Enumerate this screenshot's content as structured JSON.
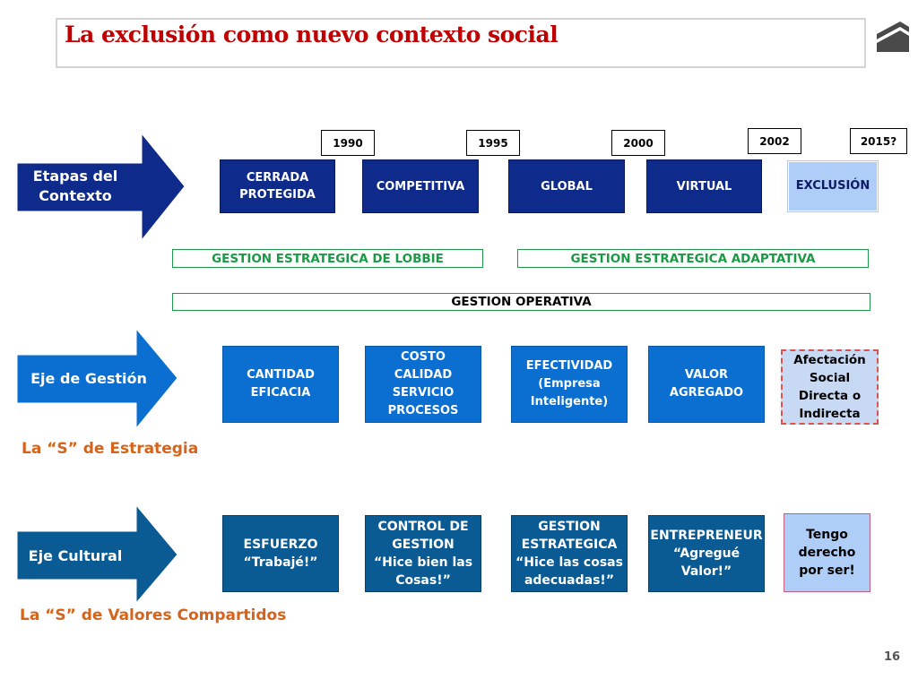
{
  "title": "La exclusión como nuevo contexto social",
  "years": [
    "1990",
    "1995",
    "2000",
    "2002",
    "2015?"
  ],
  "rows": {
    "contexto": {
      "label_line1": "Etapas del",
      "label_line2": "Contexto",
      "boxes": [
        {
          "line1": "CERRADA",
          "line2": "PROTEGIDA"
        },
        {
          "line1": "COMPETITIVA"
        },
        {
          "line1": "GLOBAL"
        },
        {
          "line1": "VIRTUAL"
        },
        {
          "line1": "EXCLUSIÓN"
        }
      ]
    },
    "gestion": {
      "label": "Eje de Gestión",
      "boxes": [
        {
          "line1": "CANTIDAD",
          "line2": "EFICACIA"
        },
        {
          "line1": "COSTO",
          "line2": "CALIDAD",
          "line3": "SERVICIO",
          "line4": "PROCESOS"
        },
        {
          "line1": "EFECTIVIDAD",
          "line2": "(Empresa",
          "line3": "Inteligente)"
        },
        {
          "line1": "VALOR",
          "line2": "AGREGADO"
        },
        {
          "line1": "Afectación",
          "line2": "Social",
          "line3": "Directa o",
          "line4": "Indirecta"
        }
      ]
    },
    "cultural": {
      "label": "Eje Cultural",
      "boxes": [
        {
          "line1": "ESFUERZO",
          "line2": "“Trabajé!”"
        },
        {
          "line1": "CONTROL DE",
          "line2": "GESTION",
          "line3": "“Hice bien las",
          "line4": "Cosas!”"
        },
        {
          "line1": "GESTION",
          "line2": "ESTRATEGICA",
          "line3": "“Hice las cosas",
          "line4": "adecuadas!”"
        },
        {
          "line1": "ENTREPRENEUR",
          "line2": "“Agregué",
          "line3": "Valor!”"
        },
        {
          "line1": "Tengo",
          "line2": "derecho",
          "line3": "por ser!"
        }
      ]
    }
  },
  "bands": {
    "lobbie": "GESTION ESTRATEGICA DE LOBBIE",
    "adaptativa": "GESTION ESTRATEGICA ADAPTATIVA",
    "operativa": "GESTION OPERATIVA"
  },
  "captions": {
    "estrategia": "La “S” de Estrategia",
    "valores": "La “S” de Valores Compartidos"
  },
  "page_number": "16",
  "colors": {
    "title": "#c00000",
    "navy": "#0e2a8a",
    "royal": "#0b6ed1",
    "teal": "#0a5a94",
    "light": "#aecdf7",
    "band_green": "#1a9a45",
    "orange": "#d6631b"
  }
}
